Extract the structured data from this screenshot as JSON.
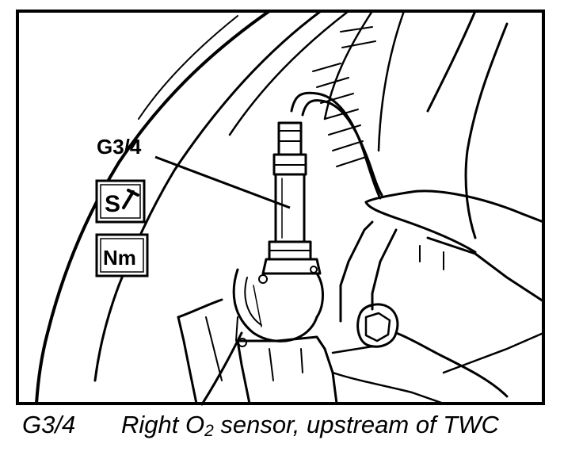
{
  "figure": {
    "callout_label": "G3/4",
    "icons": {
      "tool_symbol": "socket-wrench-symbol",
      "torque_symbol": "Nm"
    }
  },
  "caption": {
    "ref": "G3/4",
    "desc_before": "Right O",
    "desc_sub": "2",
    "desc_after": "sensor, upstream of TWC"
  }
}
